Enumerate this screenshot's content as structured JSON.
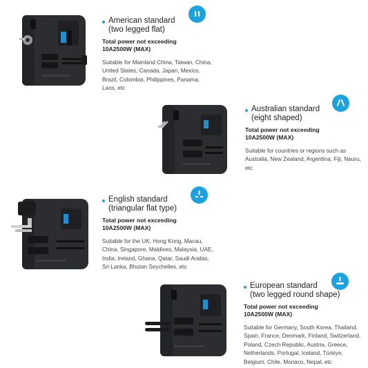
{
  "sections": [
    {
      "id": "american",
      "title": "American standard",
      "subtitle": "(two legged flat)",
      "power_1": "Total power not exceeding",
      "power_2": "10A2500W (MAX)",
      "suitable": "Suitable for Mainland China, Taiwan, China, United States, Canada, Japan, Mexico, Brazil, Colombia, Philippines, Panama, Laos, etc",
      "icon": "two-flat-pins-icon"
    },
    {
      "id": "australian",
      "title": "Australian standard",
      "subtitle": "(eight shaped)",
      "power_1": "Total power not exceeding",
      "power_2": "10A2500W (MAX)",
      "suitable": "Suitable for countries or regions such as Australia, New Zealand, Argentina, Fiji, Nauru, etc",
      "icon": "angled-pins-icon"
    },
    {
      "id": "english",
      "title": "English standard",
      "subtitle": "(triangular flat type)",
      "power_1": "Total power not exceeding",
      "power_2": "10A2500W (MAX)",
      "suitable": "Suitable for the UK, Hong Kong, Macau, China, Singapore, Maldives, Malaysia, UAE, India, Ireland, Ghana, Qatar, Saudi Arabia, Sri Lanka, Bhutan Seychelles, etc",
      "icon": "three-flat-pins-icon"
    },
    {
      "id": "european",
      "title": "European standard",
      "subtitle": "(two legged round shape)",
      "power_1": "Total power not exceeding",
      "power_2": "10A2500W (MAX)",
      "suitable": "Suitable for Germany, South Korea, Thailand, Spain, France, Denmark, Finland, Switzerland, Poland, Czech Republic, Austria, Greece, Netherlands, Portugal, Iceland, Türkiye, Belgium, Chile, Monaco, Nepal, etc",
      "icon": "round-pins-icon"
    }
  ],
  "colors": {
    "accent": "#1aa3e0",
    "adapter_body": "#2b2d30",
    "adapter_dark": "#1b1c1e",
    "adapter_blue": "#1e8fd0"
  }
}
